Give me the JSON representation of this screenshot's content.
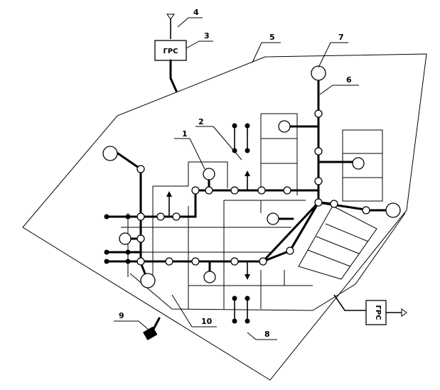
{
  "diagram": {
    "grs_box_top": "ГРС",
    "grs_box_right": "ГРС",
    "callouts": [
      {
        "id": "1",
        "label": "1"
      },
      {
        "id": "2",
        "label": "2"
      },
      {
        "id": "3",
        "label": "3"
      },
      {
        "id": "4",
        "label": "4"
      },
      {
        "id": "5",
        "label": "5"
      },
      {
        "id": "6",
        "label": "6"
      },
      {
        "id": "7",
        "label": "7"
      },
      {
        "id": "8",
        "label": "8"
      },
      {
        "id": "9",
        "label": "9"
      },
      {
        "id": "10",
        "label": "10"
      }
    ]
  }
}
